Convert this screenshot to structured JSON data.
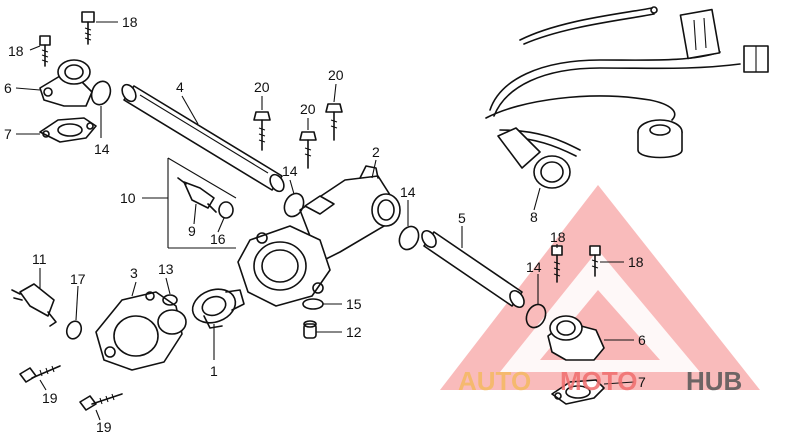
{
  "callouts": {
    "c1": "1",
    "c2": "2",
    "c3": "3",
    "c4": "4",
    "c5": "5",
    "c6a": "6",
    "c6b": "6",
    "c7a": "7",
    "c7b": "7",
    "c8": "8",
    "c9": "9",
    "c10": "10",
    "c11": "11",
    "c12": "12",
    "c13": "13",
    "c14a": "14",
    "c14b": "14",
    "c14c": "14",
    "c14d": "14",
    "c15": "15",
    "c16": "16",
    "c17": "17",
    "c18a": "18",
    "c18b": "18",
    "c18c": "18",
    "c18d": "18",
    "c19a": "19",
    "c19b": "19",
    "c20a": "20",
    "c20b": "20",
    "c20c": "20"
  },
  "watermark": {
    "auto": "AUTO",
    "moto": "MOTO",
    "hub": "HUB",
    "auto_color": "#f5b961",
    "moto_color": "#f06d6d",
    "hub_color": "#555555",
    "triangle_color": "#f15a5a"
  }
}
